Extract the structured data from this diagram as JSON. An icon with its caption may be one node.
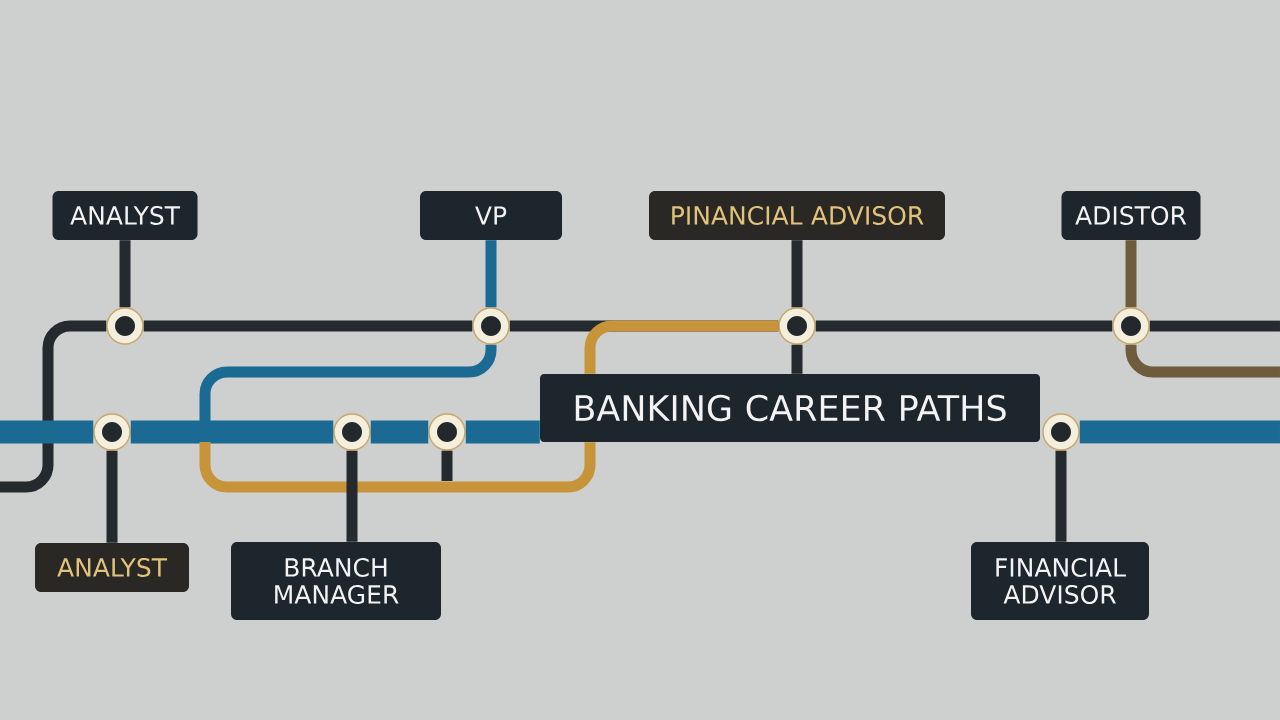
{
  "diagram": {
    "nodes": [
      {
        "text": [
          "ANALYST"
        ]
      },
      {
        "text": [
          "VP"
        ]
      },
      {
        "text": [
          "PINANCIAL ADVISOR"
        ]
      },
      {
        "text": [
          "ADISTOR"
        ]
      },
      {
        "text": [],
        "shape": "circle"
      },
      {
        "text": [],
        "shape": "circle"
      },
      {
        "text": [],
        "shape": "circle"
      },
      {
        "text": [],
        "shape": "circle"
      },
      {
        "text": [
          "BANKING CAREER PATHS"
        ]
      },
      {
        "text": [],
        "shape": "circle"
      },
      {
        "text": [],
        "shape": "circle"
      },
      {
        "text": [],
        "shape": "circle"
      },
      {
        "text": [],
        "shape": "circle"
      },
      {
        "text": [
          "ANALYST"
        ]
      },
      {
        "text": [
          "BRANCH MANAGER"
        ]
      },
      {
        "text": [
          "FINANCIAL ADVISOR"
        ]
      }
    ],
    "edges": [
      {
        "from": null,
        "to": 4,
        "arrow": "none"
      },
      {
        "from": 4,
        "to": 5,
        "arrow": "none"
      },
      {
        "from": 5,
        "to": 6,
        "arrow": "none"
      },
      {
        "from": 6,
        "to": 7,
        "arrow": "none"
      },
      {
        "from": 7,
        "to": null,
        "arrow": "none"
      },
      {
        "from": null,
        "to": 9,
        "arrow": "none",
        "style": "thick",
        "color": "#1a6a93"
      },
      {
        "from": 9,
        "to": 10,
        "arrow": "none",
        "style": "thick",
        "color": "#1a6a93"
      },
      {
        "from": 10,
        "to": 11,
        "arrow": "none",
        "style": "thick",
        "color": "#1a6a93"
      },
      {
        "from": 11,
        "to": 8,
        "arrow": "none",
        "style": "thick",
        "color": "#1a6a93"
      },
      {
        "from": 12,
        "to": null,
        "arrow": "none",
        "style": "thick",
        "color": "#1a6a93"
      },
      {
        "from": 5,
        "to": null,
        "arrow": "none",
        "color": "#1a6a93"
      },
      {
        "from": 11,
        "to": null,
        "arrow": "none"
      },
      {
        "from": 6,
        "to": 8,
        "arrow": "none",
        "color": "#c8943a"
      },
      {
        "from": 8,
        "to": null,
        "arrow": "none",
        "color": "#c8943a"
      },
      {
        "from": 7,
        "to": null,
        "arrow": "none",
        "color": "#6f5c3c"
      },
      {
        "from": 0,
        "to": 4,
        "arrow": "none"
      },
      {
        "from": 1,
        "to": 5,
        "arrow": "none",
        "color": "#1a6a93"
      },
      {
        "from": 2,
        "to": 6,
        "arrow": "none"
      },
      {
        "from": 3,
        "to": 7,
        "arrow": "none",
        "color": "#6f5c3c"
      },
      {
        "from": 6,
        "to": 8,
        "arrow": "none"
      },
      {
        "from": 13,
        "to": 9,
        "arrow": "none"
      },
      {
        "from": 14,
        "to": 10,
        "arrow": "none"
      },
      {
        "from": 15,
        "to": 12,
        "arrow": "none"
      }
    ]
  }
}
